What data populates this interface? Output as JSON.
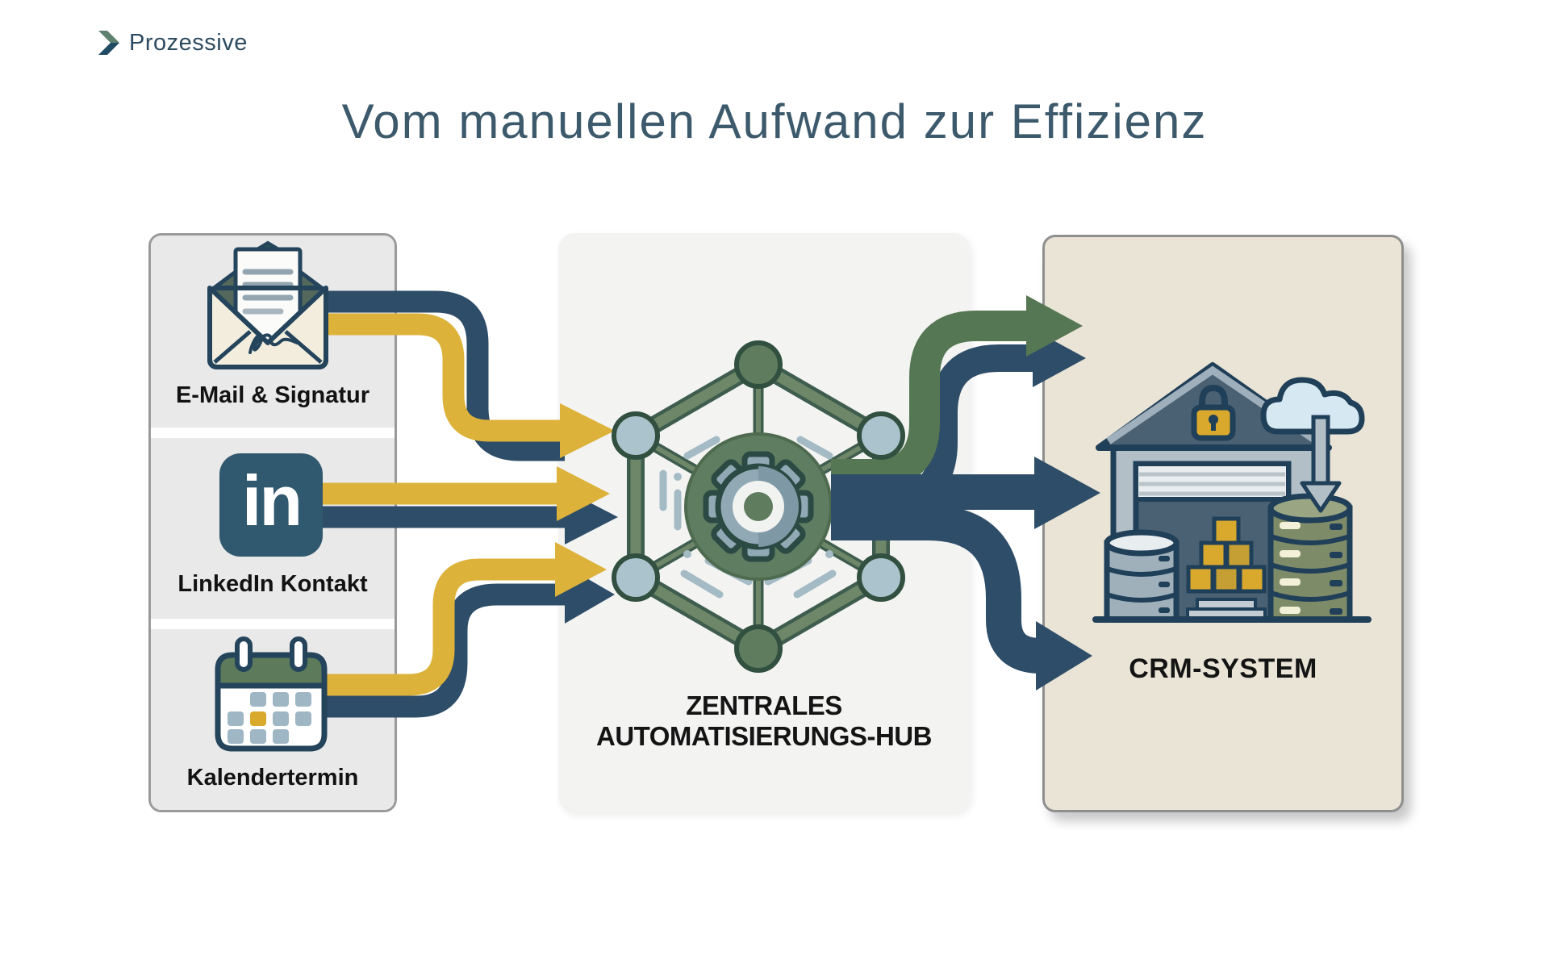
{
  "brand": {
    "name": "Prozessive",
    "icon": "chevron-arrow-icon",
    "color": "#2d4b60"
  },
  "title": {
    "text": "Vom manuellen Aufwand zur Effizienz",
    "color": "#3d5a6c"
  },
  "sources": {
    "items": [
      {
        "id": "email",
        "label": "E-Mail & Signatur",
        "icon": "email-signature-icon"
      },
      {
        "id": "linkedin",
        "label": "LinkedIn Kontakt",
        "icon": "linkedin-icon",
        "glyph": "in"
      },
      {
        "id": "calendar",
        "label": "Kalendertermin",
        "icon": "calendar-icon"
      }
    ]
  },
  "hub": {
    "label_line1": "ZENTRALES",
    "label_line2": "AUTOMATISIERUNGS-HUB",
    "icon": "network-gear-hub-icon"
  },
  "crm": {
    "label": "CRM-SYSTEM",
    "icon": "warehouse-cloud-database-icon"
  },
  "flows": {
    "inbound": [
      {
        "from": "E-Mail & Signatur",
        "to": "Zentrales Automatisierungs-Hub"
      },
      {
        "from": "LinkedIn Kontakt",
        "to": "Zentrales Automatisierungs-Hub"
      },
      {
        "from": "Kalendertermin",
        "to": "Zentrales Automatisierungs-Hub"
      }
    ],
    "outbound": [
      {
        "from": "Zentrales Automatisierungs-Hub",
        "to": "CRM-System"
      }
    ]
  },
  "palette": {
    "arrow_yellow": "#ddb23a",
    "arrow_dark_blue": "#2e4d68",
    "arrow_green": "#567753",
    "hexagon_sage": "#6e8768",
    "node_light_blue": "#abc3cd",
    "panel_gray": "#e9e9e9",
    "hub_panel": "#f3f4f2",
    "crm_panel_beige": "#e9e4d6",
    "outline_navy": "#24445c"
  }
}
